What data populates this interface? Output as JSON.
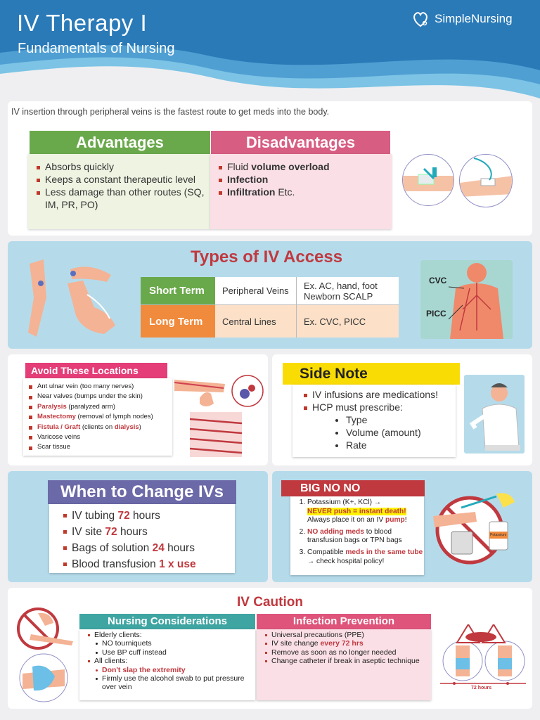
{
  "header": {
    "title": "IV Therapy I",
    "subtitle": "Fundamentals of Nursing",
    "brand": "SimpleNursing"
  },
  "intro": "IV insertion through peripheral veins is the fastest route to get meds into the body.",
  "advantages": {
    "heading": "Advantages",
    "items": [
      "Absorbs quickly",
      "Keeps a constant therapeutic level",
      "Less damage than other routes (SQ, IM, PR, PO)"
    ]
  },
  "disadvantages": {
    "heading": "Disadvantages",
    "items": [
      {
        "pre": "Fluid ",
        "bold": "volume overload",
        "post": ""
      },
      {
        "pre": "",
        "bold": "Infection",
        "post": ""
      },
      {
        "pre": "",
        "bold": "Infiltration",
        "post": " Etc."
      }
    ]
  },
  "types": {
    "heading": "Types of IV Access",
    "rows": [
      {
        "term": "Short Term",
        "kind": "Peripheral Veins",
        "examples": "Ex. AC, hand, foot Newborn SCALP"
      },
      {
        "term": "Long Term",
        "kind": "Central Lines",
        "examples": "Ex. CVC, PICC"
      }
    ],
    "labels": {
      "cvc": "CVC",
      "picc": "PICC"
    }
  },
  "avoid": {
    "heading": "Avoid These Locations",
    "items": [
      {
        "main": "Ant ulnar vein",
        "note": " (too many nerves)",
        "red": false
      },
      {
        "main": "Near valves",
        "note": " (bumps under the skin)",
        "red": false
      },
      {
        "main": "Paralysis",
        "note": " (paralyzed arm)",
        "red": true
      },
      {
        "main": "Mastectomy",
        "note": " (removal of lymph nodes)",
        "red": true
      },
      {
        "main": "Fistula / Graft",
        "note": " (clients on ",
        "extra": "dialysis",
        "close": ")",
        "red": true
      },
      {
        "main": "Varicose veins",
        "note": "",
        "red": false
      },
      {
        "main": "Scar tissue",
        "note": "",
        "red": false
      }
    ]
  },
  "side_note": {
    "heading": "Side Note",
    "items": [
      "IV infusions are medications!",
      "HCP must prescribe:"
    ],
    "sub": [
      "Type",
      "Volume (amount)",
      "Rate"
    ]
  },
  "change": {
    "heading": "When to Change IVs",
    "items": [
      {
        "text": "IV tubing ",
        "value": "72",
        "unit": " hours"
      },
      {
        "text": "IV site ",
        "value": "72",
        "unit": " hours"
      },
      {
        "text": "Bags of solution ",
        "value": "24",
        "unit": " hours"
      },
      {
        "text": "Blood transfusion ",
        "value": "1 x use",
        "unit": ""
      }
    ]
  },
  "big_no": {
    "heading": "BIG NO NO",
    "item1": {
      "a": "Potassium (K+, KCl) →",
      "hl": "NEVER push = instant death!",
      "b": "Always place it on an IV ",
      "red": "pump",
      "c": "!"
    },
    "item2": {
      "red": "NO adding meds",
      "rest": " to blood transfusion bags or TPN bags"
    },
    "item3": {
      "a": "Compatible ",
      "red": "meds in the same tube",
      "b": " → check hospital policy!"
    },
    "label_potassium": "Potassium"
  },
  "caution": {
    "heading": "IV Caution",
    "nursing": {
      "heading": "Nursing Considerations",
      "elderly": "Elderly clients:",
      "elderly_sub": [
        "NO tourniquets",
        "Use BP cuff instead"
      ],
      "all": "All clients:",
      "all_sub_red": "Don't slap the extremity",
      "all_sub2": "Firmly use the alcohol swab to put pressure over vein"
    },
    "infection": {
      "heading": "Infection Prevention",
      "items": [
        {
          "text": "Universal precautions (PPE)",
          "red": ""
        },
        {
          "text": "IV site change ",
          "red": "every 72 hrs"
        },
        {
          "text": "Remove as soon as no longer needed",
          "red": ""
        },
        {
          "text": "Change catheter if break in aseptic technique",
          "red": ""
        }
      ]
    },
    "hours_label": "72 hours"
  },
  "colors": {
    "header_blue": "#2a7ab8",
    "green": "#6aa94b",
    "pink": "#d75d82",
    "orange": "#f08a3c",
    "red": "#c0393f",
    "purple": "#6c69a8",
    "yellow": "#fadc05",
    "teal": "#3fa5a2",
    "light_blue": "#b5dbeb"
  }
}
